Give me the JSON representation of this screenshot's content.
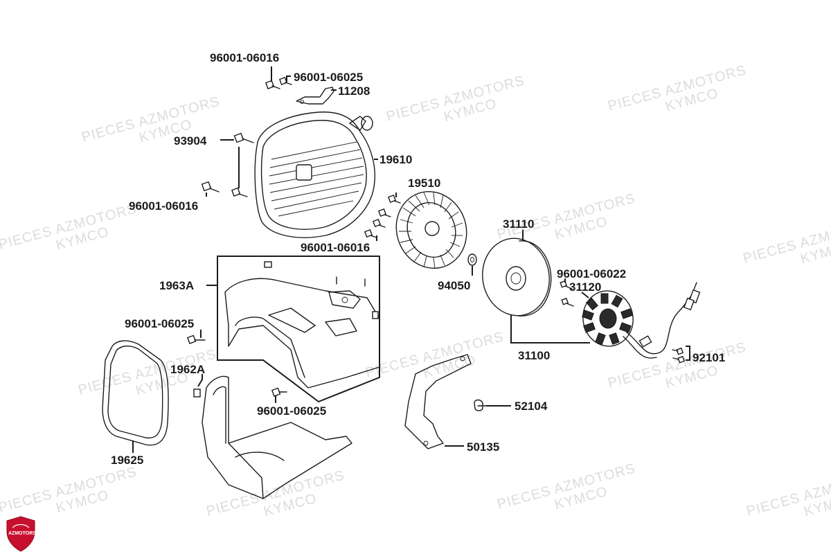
{
  "watermark": {
    "line1": "PIECES AZMOTORS",
    "line2": "KYMCO"
  },
  "logo": {
    "text": "AZMOTORS",
    "color": "#c8102e"
  },
  "labels": {
    "p96001_06016_top": "96001-06016",
    "p96001_06025_top": "96001-06025",
    "p11208": "11208",
    "p93904": "93904",
    "p19610": "19610",
    "p96001_06016_left": "96001-06016",
    "p19510": "19510",
    "p96001_06016_mid": "96001-06016",
    "p31110": "31110",
    "p1963A": "1963A",
    "p96001_06022": "96001-06022",
    "p31120": "31120",
    "p94050": "94050",
    "p96001_06025_left": "96001-06025",
    "p1962A": "1962A",
    "p31100": "31100",
    "p92101": "92101",
    "p52104": "52104",
    "p96001_06025_bottom": "96001-06025",
    "p50135": "50135",
    "p19625": "19625"
  }
}
